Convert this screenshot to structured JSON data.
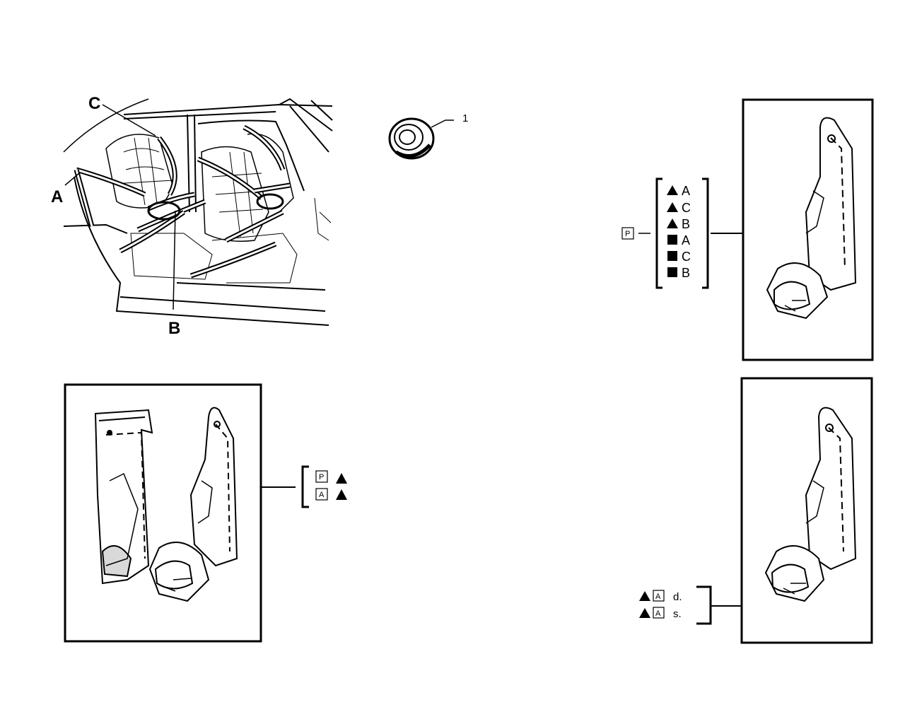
{
  "callouts": {
    "A": "A",
    "B": "B",
    "C": "C",
    "part_number": "1"
  },
  "group1": {
    "version_code": "P",
    "rows": [
      {
        "mark": "triangle",
        "letter": "A"
      },
      {
        "mark": "triangle",
        "letter": "C"
      },
      {
        "mark": "triangle",
        "letter": "B"
      },
      {
        "mark": "square",
        "letter": "A"
      },
      {
        "mark": "square",
        "letter": "C"
      },
      {
        "mark": "square",
        "letter": "B"
      }
    ]
  },
  "group2": {
    "rows": [
      {
        "code": "P",
        "mark": "triangle"
      },
      {
        "code": "A",
        "mark": "triangle"
      }
    ]
  },
  "group3": {
    "rows": [
      {
        "mark": "triangle",
        "code": "A",
        "side": "d."
      },
      {
        "mark": "triangle",
        "code": "A",
        "side": "s."
      }
    ]
  }
}
